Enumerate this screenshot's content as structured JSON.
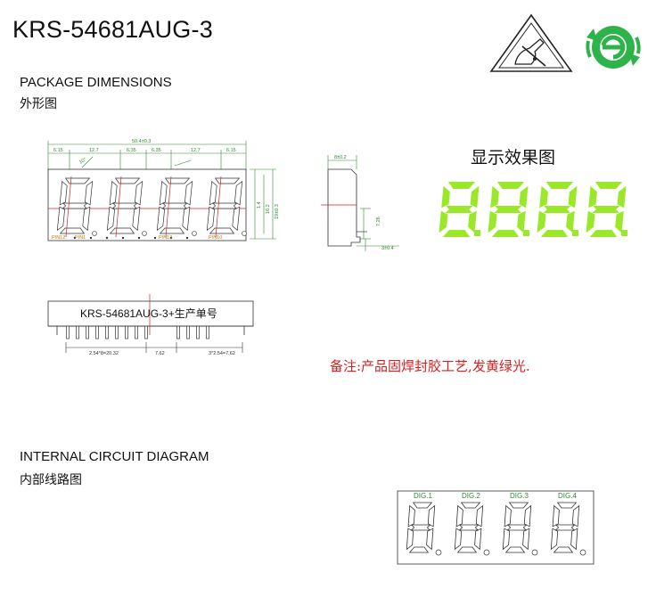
{
  "title": "KRS-54681AUG-3",
  "package": {
    "heading": "PACKAGE DIMENSIONS",
    "heading_cn": "外形图",
    "dims_top": [
      "50.4±0.3",
      "6.15",
      "12.7",
      "6.35",
      "6.35",
      "12.7",
      "6.15",
      "10°"
    ],
    "dims_side": [
      "1.4",
      "16.2",
      "19±0.3"
    ],
    "pin_labels": [
      "PIN12",
      "PIN1",
      "PIN13",
      "PIN10"
    ],
    "side_dims": [
      "8±0.2",
      "7.26",
      "3±0.4"
    ],
    "bottom_label": "KRS-54681AUG-3+生产单号",
    "bottom_dims": [
      "2.54*8=20.32",
      "7.62",
      "3*2.54=7.62"
    ]
  },
  "effect_title": "显示效果图",
  "effect_digits": [
    "8.",
    "8.",
    "8.",
    "8."
  ],
  "note": "备注:产品固焊封胶工艺,发黄绿光.",
  "internal": {
    "heading": "INTERNAL CIRCUIT DIAGRAM",
    "heading_cn": "内部线路图",
    "digit_labels": [
      "DIG.1",
      "DIG.2",
      "DIG.3",
      "DIG.4"
    ]
  },
  "colors": {
    "segment_green": "#9be82a",
    "dimension_green": "#2b8a2b",
    "note_red": "#d42020",
    "logo_green": "#2db34a"
  }
}
